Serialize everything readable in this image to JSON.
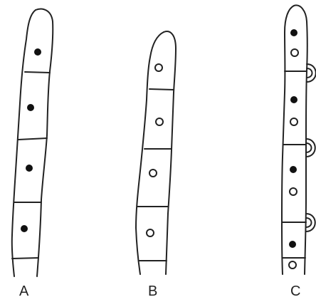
{
  "diagram": {
    "panels": [
      {
        "label": "A",
        "nucleus_type": "filled"
      },
      {
        "label": "B",
        "nucleus_type": "hollow"
      },
      {
        "label": "C",
        "nucleus_type": "filled-and-hollow"
      }
    ],
    "colors": {
      "stroke": "#222222",
      "fill": "#ffffff",
      "nucleus_fill": "#111111"
    }
  }
}
